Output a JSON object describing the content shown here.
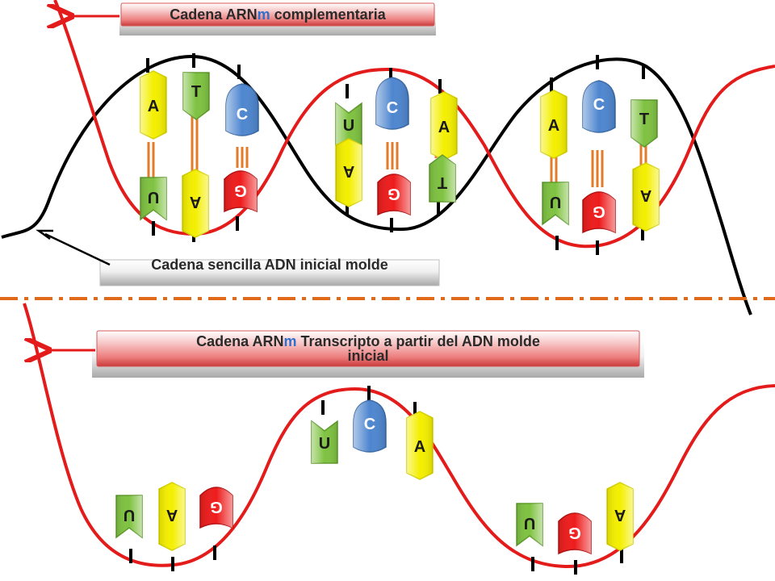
{
  "labels": {
    "top": {
      "pre": "Cadena  ARN",
      "m": "m",
      "post": " complementaria"
    },
    "middle": {
      "text": "Cadena sencilla ADN inicial molde"
    },
    "bottom": {
      "pre": "Cadena  ARN",
      "m": "m",
      "post": " Transcripto a partir del ADN molde",
      "line2": "inicial"
    }
  },
  "nucleotides": {
    "A": "A",
    "T": "T",
    "C": "C",
    "G": "G",
    "U": "U"
  },
  "colors": {
    "A": "#f4ef00",
    "T": "#7fc241",
    "C": "#4e86cf",
    "G": "#ee1c1c",
    "U": "#7fc241",
    "rna_strand": "#e41b1b",
    "dna_strand": "#000000",
    "arrow": "#e41b1b",
    "divider": "#e06a1a",
    "bond": "#e37b2a",
    "m_highlight": "#2f6fce"
  }
}
